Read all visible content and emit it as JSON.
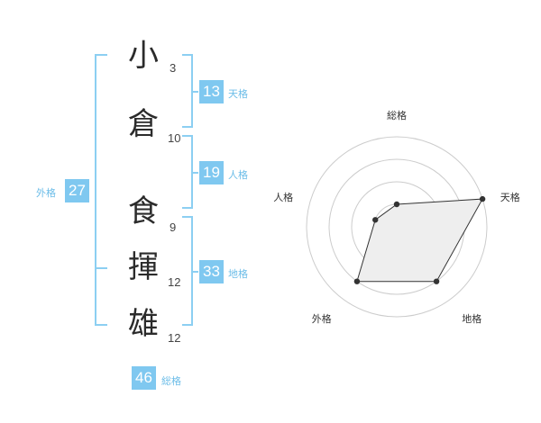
{
  "name": {
    "chars": [
      {
        "char": "小",
        "strokes": "3"
      },
      {
        "char": "倉",
        "strokes": "10"
      },
      {
        "char": "食",
        "strokes": "9"
      },
      {
        "char": "揮",
        "strokes": "12"
      },
      {
        "char": "雄",
        "strokes": "12"
      }
    ]
  },
  "kaku": {
    "ten": {
      "value": "13",
      "label": "天格"
    },
    "jin": {
      "value": "19",
      "label": "人格"
    },
    "chi": {
      "value": "33",
      "label": "地格"
    },
    "gai": {
      "value": "27",
      "label": "外格"
    },
    "sou": {
      "value": "46",
      "label": "総格"
    }
  },
  "colors": {
    "accent": "#7fc8f0",
    "bracket": "#8ccff2",
    "radar_fill": "#eeeeee",
    "radar_line": "#333333"
  },
  "chart_data": {
    "type": "radar",
    "axes": [
      "総格",
      "天格",
      "地格",
      "外格",
      "人格"
    ],
    "levels": 4,
    "max": 4,
    "values": [
      1,
      4,
      3,
      3,
      1
    ]
  }
}
